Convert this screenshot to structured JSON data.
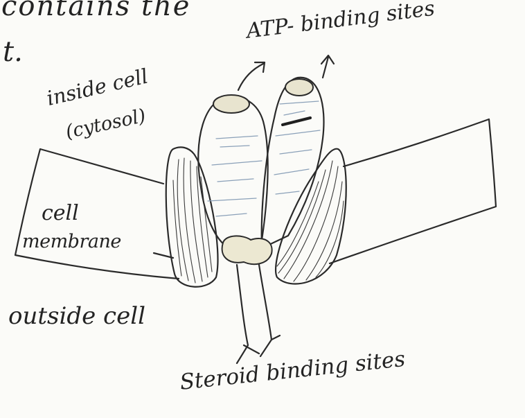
{
  "labels": {
    "top_text": "contains the",
    "top_dot": "t.",
    "atp_binding_sites": "ATP- binding sites",
    "inside_cell_line1": "inside cell",
    "inside_cell_line2": "(cytosol)",
    "cell": "cell",
    "membrane": "membrane",
    "outside_cell": "outside cell",
    "steroid_binding_sites": "Steroid binding sites"
  }
}
